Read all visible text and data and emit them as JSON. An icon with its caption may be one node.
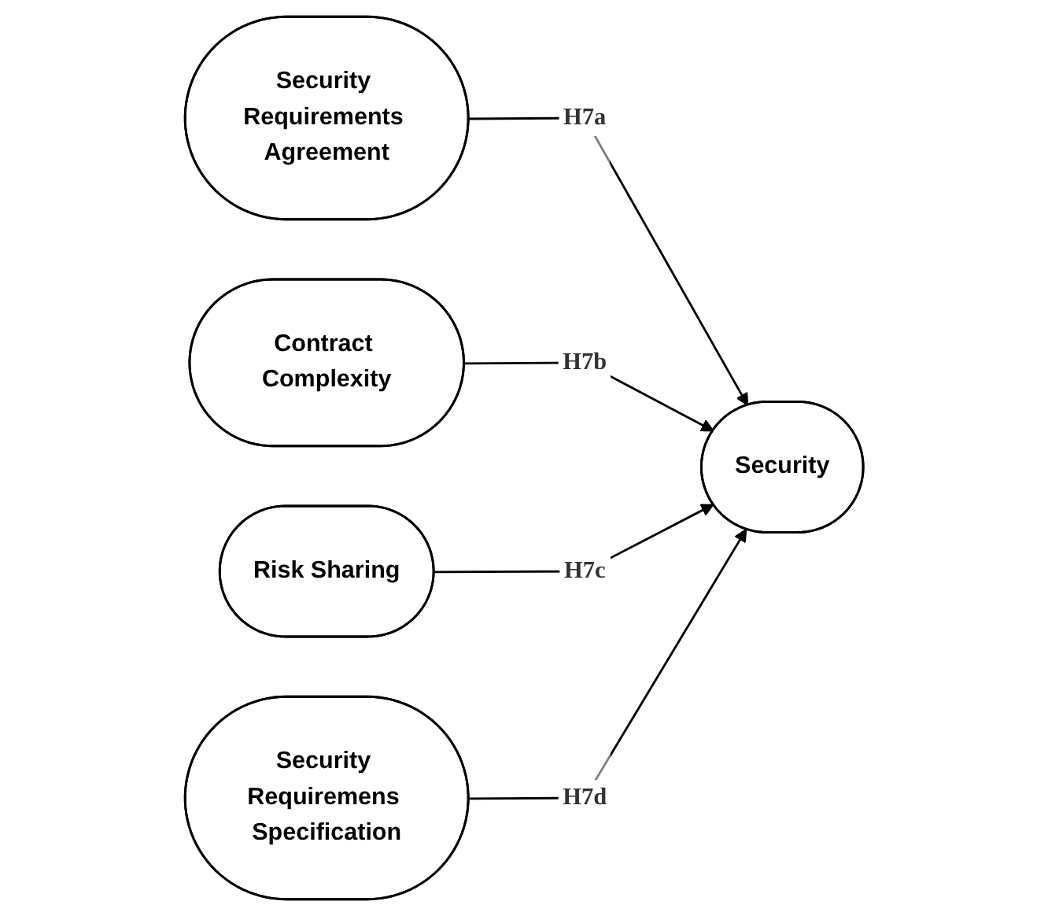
{
  "diagram": {
    "nodes": [
      {
        "text": [
          "Security Requirements Agreement"
        ]
      },
      {
        "text": [
          "Contract Complexity"
        ]
      },
      {
        "text": [
          "Security"
        ]
      },
      {
        "text": [
          "Risk Sharing"
        ]
      },
      {
        "text": [
          "Security Requiremens Specification"
        ]
      }
    ],
    "edges": [
      {
        "from": 0,
        "to": 2,
        "arrow": "to",
        "label": "H7a"
      },
      {
        "from": 1,
        "to": 2,
        "arrow": "to",
        "label": "H7b"
      },
      {
        "from": 3,
        "to": 2,
        "arrow": "to",
        "label": "H7c"
      },
      {
        "from": 4,
        "to": 2,
        "arrow": "to",
        "label": "H7d"
      }
    ]
  }
}
